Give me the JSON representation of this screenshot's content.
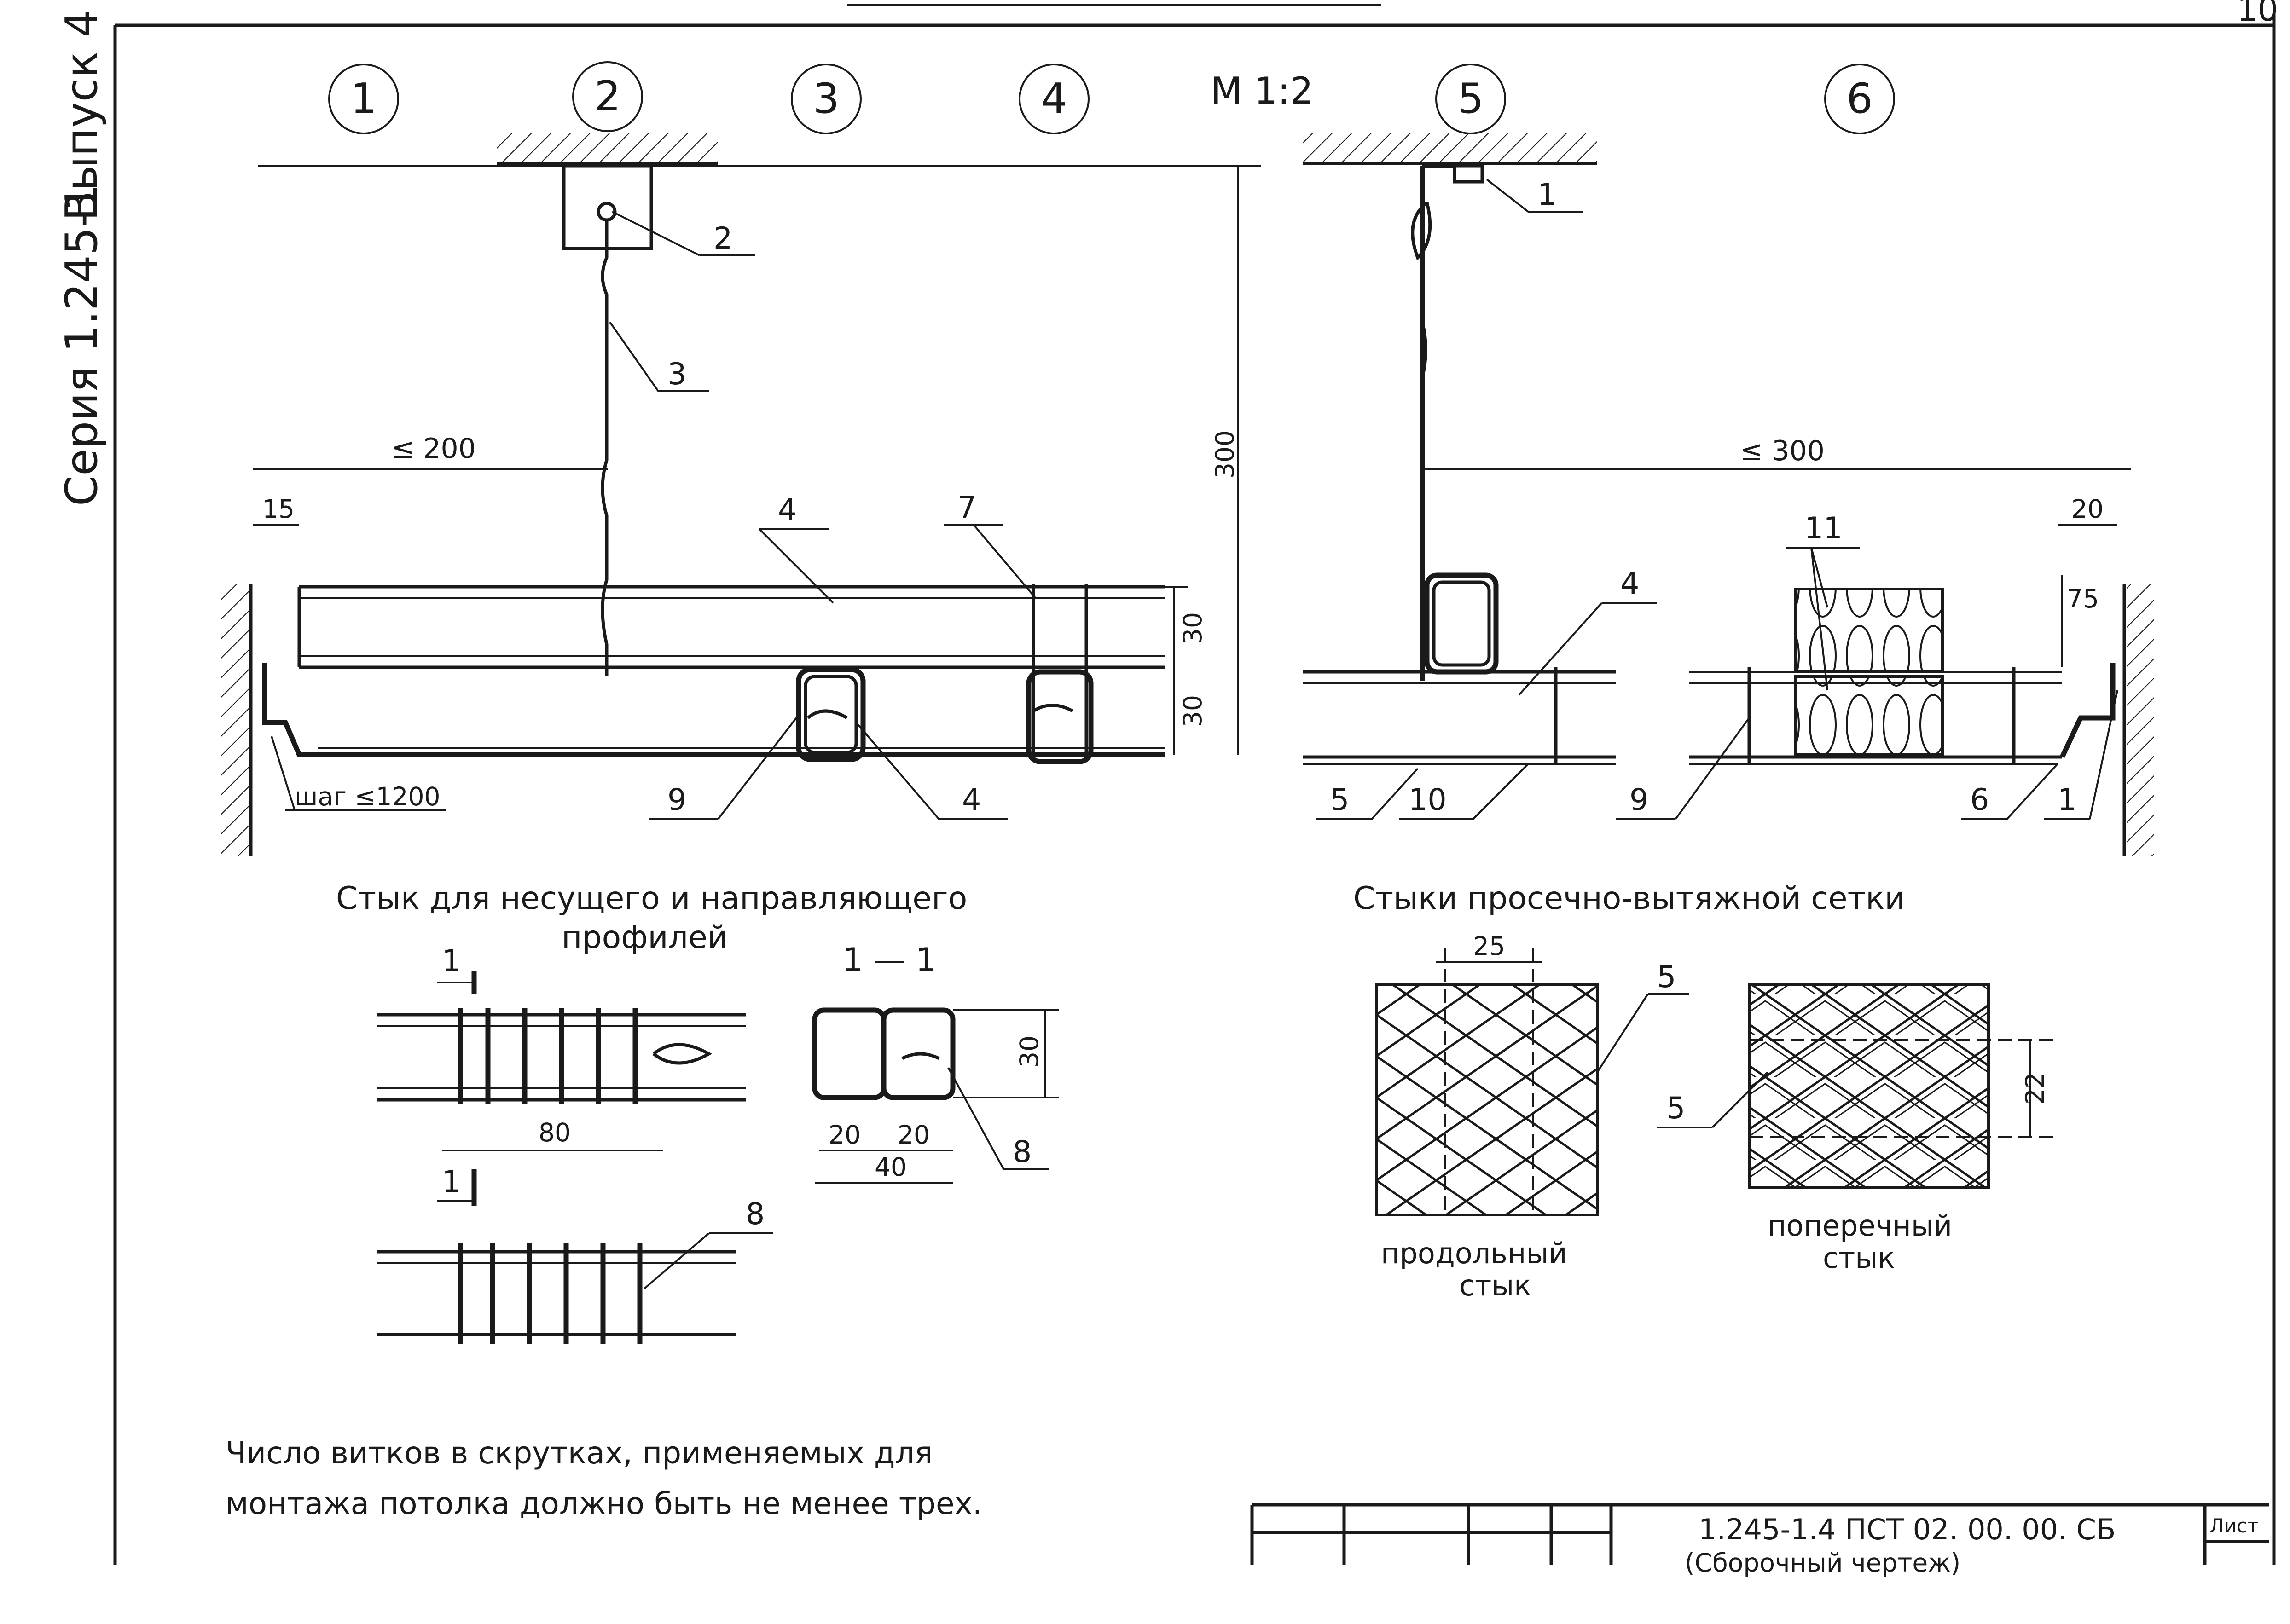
{
  "sheet_header": {
    "series_label": "Серия 1.245-1",
    "issue_label": "Выпуск 4",
    "scale": "М 1:2",
    "page_number_fragment": "10"
  },
  "position_markers": [
    "1",
    "2",
    "3",
    "4",
    "5",
    "6"
  ],
  "dimensions": {
    "left_span": "≤ 200",
    "right_span": "≤ 300",
    "left_edge": "15",
    "right_edge": "20",
    "height_total": "300",
    "profile_top": "30",
    "profile_bottom": "30",
    "insulation_gap": "75",
    "step": "шаг ≤1200",
    "joint_length": "80",
    "section_height": "30",
    "section_w1": "20",
    "section_w2": "20",
    "section_total": "40",
    "mesh_overlap_long": "25",
    "mesh_overlap_cross": "22"
  },
  "callouts_left": [
    "2",
    "3",
    "4",
    "7",
    "9",
    "4"
  ],
  "callouts_right": [
    "1",
    "4",
    "11",
    "5",
    "10",
    "9",
    "6",
    "1"
  ],
  "callouts_joint": [
    "8",
    "8"
  ],
  "callouts_mesh": [
    "5",
    "5"
  ],
  "section_marks": {
    "cut_label_top": "1",
    "cut_label_bottom": "1",
    "section_title": "1 — 1"
  },
  "titles": {
    "profile_joint": "Стык для несущего и направляющего",
    "profile_joint_line2": "профилей",
    "mesh_joints": "Стыки просечно-вытяжной сетки",
    "longitudinal": "продольный",
    "longitudinal_2": "стык",
    "transverse": "поперечный",
    "transverse_2": "стык"
  },
  "note": {
    "line1": "Число витков в скрутках, применяемых для",
    "line2": "монтажа потолка должно быть не менее трех."
  },
  "title_block": {
    "code": "1.245-1.4 ПСТ   02. 00. 00. СБ",
    "subtitle": "(Сборочный чертеж)",
    "sheet_label": "Лист"
  }
}
